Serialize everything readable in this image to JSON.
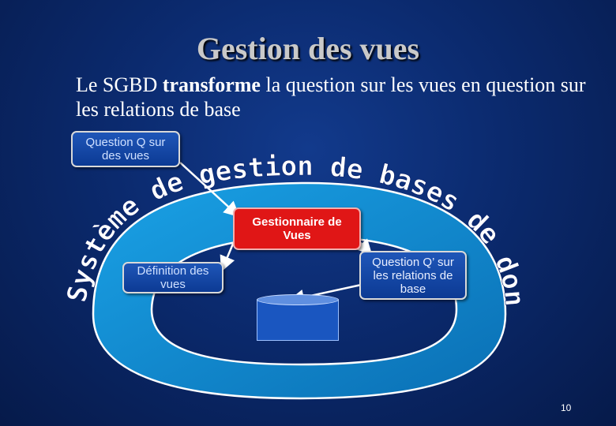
{
  "slide": {
    "title": "Gestion des vues",
    "subtitle_pre": "Le SGBD ",
    "subtitle_bold": "transforme",
    "subtitle_post": " la question sur les vues en question sur les relations de base",
    "arc_label": "Système de gestion de bases de données",
    "page_number": "10"
  },
  "boxes": {
    "question_q": "Question Q sur des vues",
    "definition": "Définition des vues",
    "gestionnaire": "Gestionnaire de Vues",
    "question_qp": "Question Q’ sur les relations de base"
  },
  "colors": {
    "background": "#0b2a6e",
    "arc_fill": "#0f86c9",
    "gestionnaire_fill": "#e01616",
    "box_fill": "#1a4fb0"
  }
}
